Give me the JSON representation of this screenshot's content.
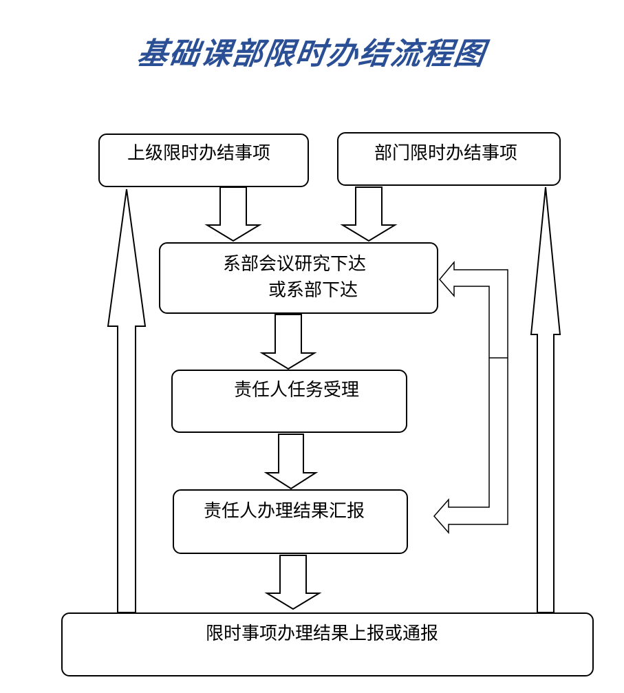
{
  "title": "基础课部限时办结流程图",
  "boxes": {
    "superior_items": "上级限时办结事项",
    "department_items": "部门限时办结事项",
    "assign_line1": "系部会议研究下达",
    "assign_line2": "或系部下达",
    "accept": "责任人任务受理",
    "report_result": "责任人办理结果汇报",
    "final_report": "限时事项办理结果上报或通报"
  },
  "colors": {
    "title": "#2b4f94",
    "stroke": "#000000",
    "fill": "#ffffff"
  }
}
